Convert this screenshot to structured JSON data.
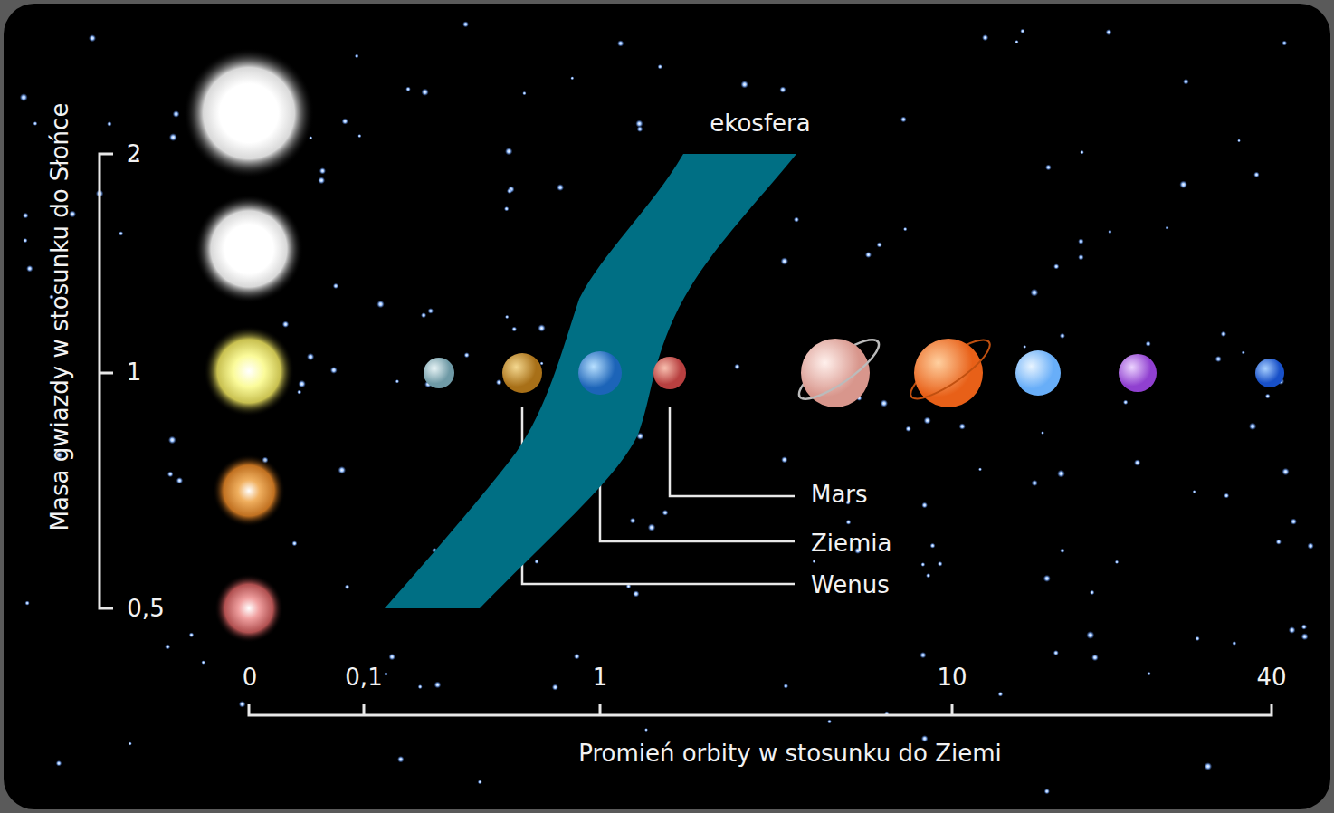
{
  "diagram": {
    "nodes": [
      {
        "text": [
          "ekosfera"
        ]
      }
    ],
    "labels": [
      "2",
      "1",
      "0,5",
      "Masa gwiazdy w stosunku do Słońce",
      "Mars",
      "Ziemia",
      "Wenus",
      "0",
      "0,1",
      "1",
      "10",
      "40",
      "Promień orbity w stosunku do Ziemi"
    ]
  }
}
